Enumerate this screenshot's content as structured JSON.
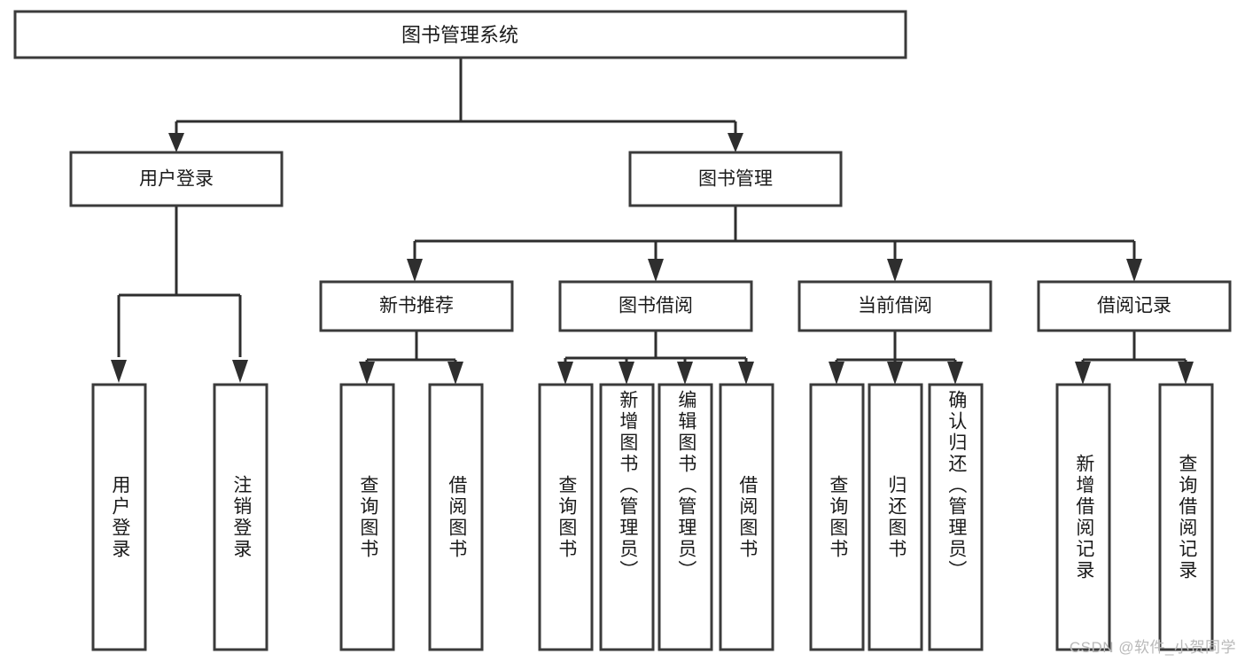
{
  "diagram": {
    "type": "tree-hierarchy-diagram",
    "title": "图书管理系统",
    "orientation": "top-down",
    "colors": {
      "box_stroke": "#3b3b3b",
      "box_fill": "#ffffff",
      "connector": "#2e2e2e",
      "text": "#1a1a1a",
      "background": "#ffffff",
      "watermark": "#b9b9b9"
    },
    "root": {
      "label": "图书管理系统",
      "orientation": "horizontal"
    },
    "level2": [
      {
        "label": "用户登录",
        "orientation": "horizontal"
      },
      {
        "label": "图书管理",
        "orientation": "horizontal"
      }
    ],
    "level3": [
      {
        "label": "新书推荐",
        "orientation": "horizontal",
        "parent": "图书管理"
      },
      {
        "label": "图书借阅",
        "orientation": "horizontal",
        "parent": "图书管理"
      },
      {
        "label": "当前借阅",
        "orientation": "horizontal",
        "parent": "图书管理"
      },
      {
        "label": "借阅记录",
        "orientation": "horizontal",
        "parent": "图书管理"
      }
    ],
    "leaves": [
      {
        "label": "用户登录",
        "orientation": "vertical",
        "parent": "用户登录"
      },
      {
        "label": "注销登录",
        "orientation": "vertical",
        "parent": "用户登录"
      },
      {
        "label": "查询图书",
        "orientation": "vertical",
        "parent": "新书推荐"
      },
      {
        "label": "借阅图书",
        "orientation": "vertical",
        "parent": "新书推荐"
      },
      {
        "label": "查询图书",
        "orientation": "vertical",
        "parent": "图书借阅"
      },
      {
        "label": "新增图书（管理员）",
        "orientation": "vertical",
        "parent": "图书借阅"
      },
      {
        "label": "编辑图书（管理员）",
        "orientation": "vertical",
        "parent": "图书借阅"
      },
      {
        "label": "借阅图书",
        "orientation": "vertical",
        "parent": "图书借阅"
      },
      {
        "label": "查询图书",
        "orientation": "vertical",
        "parent": "当前借阅"
      },
      {
        "label": "归还图书",
        "orientation": "vertical",
        "parent": "当前借阅"
      },
      {
        "label": "确认归还（管理员）",
        "orientation": "vertical",
        "parent": "当前借阅"
      },
      {
        "label": "新增借阅记录",
        "orientation": "vertical",
        "parent": "借阅记录"
      },
      {
        "label": "查询借阅记录",
        "orientation": "vertical",
        "parent": "借阅记录"
      }
    ]
  },
  "watermark": {
    "text": "CSDN @软件_小贺同学"
  }
}
